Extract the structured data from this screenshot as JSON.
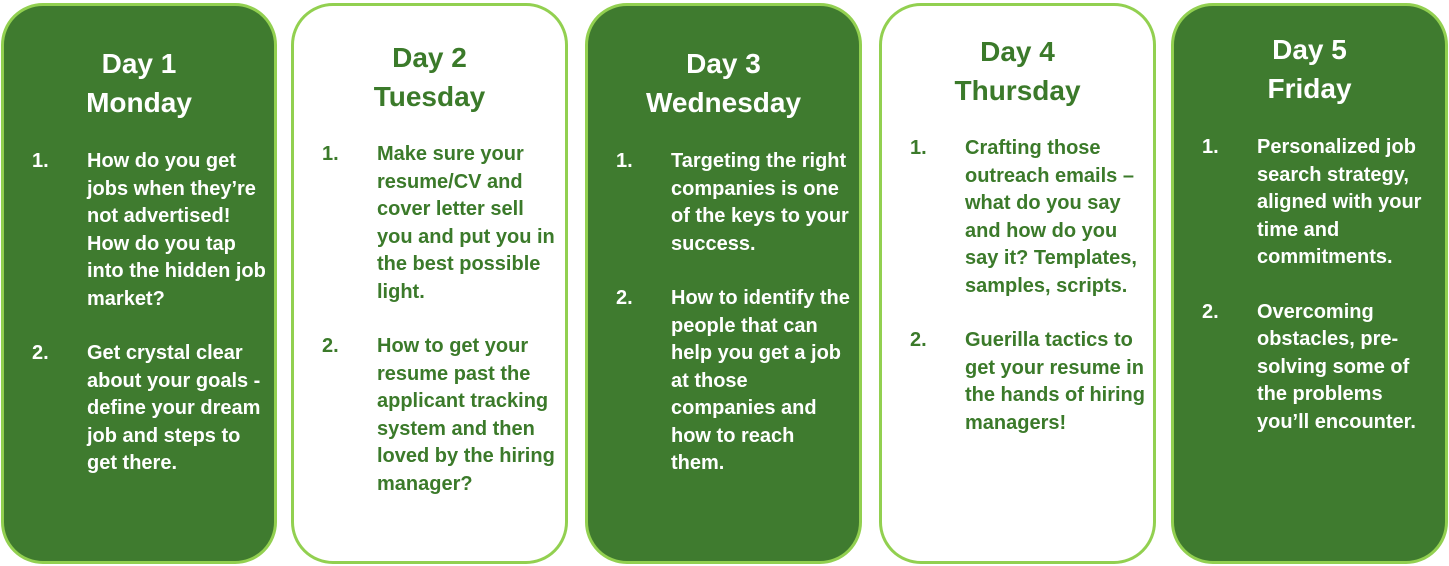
{
  "colors": {
    "dark_fill": "#3f7b2f",
    "border": "#92d050",
    "light_text": "#3b7a2a",
    "dark_text": "#ffffff"
  },
  "days": [
    {
      "day": "Day 1",
      "weekday": "Monday",
      "items": [
        {
          "n": "1.",
          "text": "How do you get jobs when they’re not advertised! How do you tap into the hidden job market?"
        },
        {
          "n": "2.",
          "text": "Get crystal clear about your goals - define your dream job and steps to get there."
        }
      ]
    },
    {
      "day": "Day 2",
      "weekday": "Tuesday",
      "items": [
        {
          "n": "1.",
          "text": "Make sure your resume/CV and cover letter sell you and put you in the best possible light."
        },
        {
          "n": "2.",
          "text": "How to get your resume past the applicant tracking system and then loved by the hiring manager?"
        }
      ]
    },
    {
      "day": "Day 3",
      "weekday": "Wednesday",
      "items": [
        {
          "n": "1.",
          "text": "Targeting the right companies is one of the keys to your success."
        },
        {
          "n": "2.",
          "text": "How to identify the people that can help you get a job at those companies and how to reach them."
        }
      ]
    },
    {
      "day": "Day 4",
      "weekday": "Thursday",
      "items": [
        {
          "n": "1.",
          "text": "Crafting those outreach emails – what do you say and how do you say it? Templates, samples, scripts."
        },
        {
          "n": "2.",
          "text": "Guerilla tactics to get your resume in the hands of hiring managers!"
        }
      ]
    },
    {
      "day": "Day 5",
      "weekday": "Friday",
      "items": [
        {
          "n": "1.",
          "text": "Personalized job search strategy, aligned with your time and commitments."
        },
        {
          "n": "2.",
          "text": "Overcoming obstacles, pre-solving some of the problems you’ll encounter."
        }
      ]
    }
  ]
}
